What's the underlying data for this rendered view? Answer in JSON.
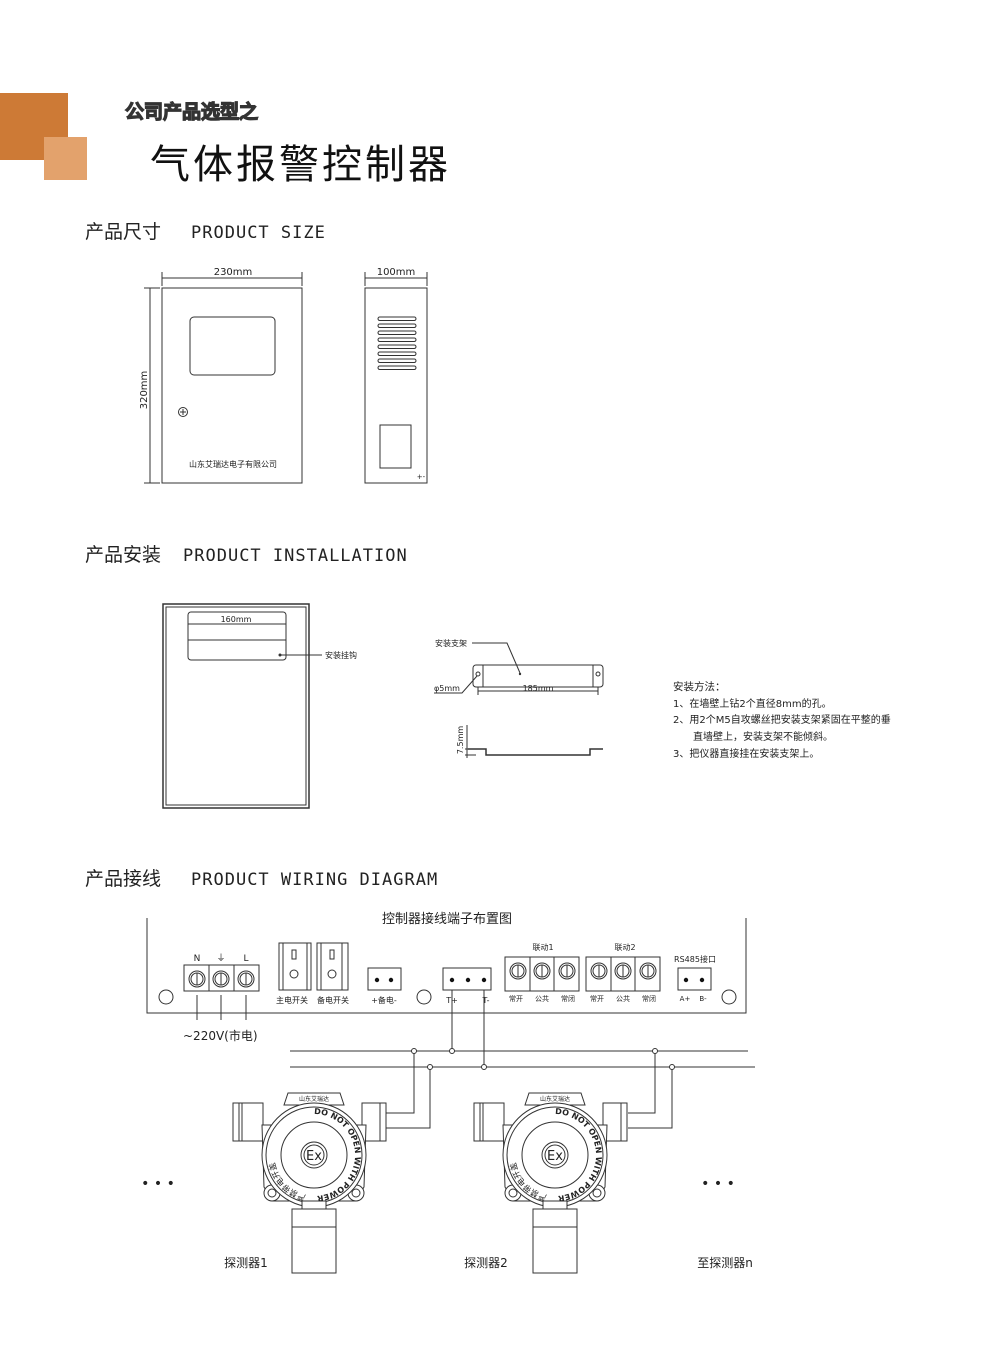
{
  "header": {
    "subtitle": "公司产品选型之",
    "title": "气体报警控制器",
    "accent_dark": "#cd7a36",
    "accent_light": "#e3a26c"
  },
  "sections": {
    "size": {
      "zh": "产品尺寸",
      "en": "PRODUCT SIZE"
    },
    "installation": {
      "zh": "产品安装",
      "en": "PRODUCT INSTALLATION"
    },
    "wiring": {
      "zh": "产品接线",
      "en": "PRODUCT WIRING DIAGRAM"
    }
  },
  "size_drawing": {
    "width_label": "230mm",
    "height_label": "320mm",
    "depth_label": "100mm",
    "company": "山东艾瑞达电子有限公司",
    "side_mark": "+-"
  },
  "install_drawing": {
    "hook_width": "160mm",
    "hook_label": "安装挂钩",
    "bracket_label": "安装支架",
    "hole_label": "φ5mm",
    "bracket_length": "185mm",
    "bracket_height": "7.5mm",
    "method_title": "安装方法：",
    "steps": [
      "1、在墙壁上钻2个直径8mm的孔。",
      "2、用2个M5自攻螺丝把安装支架紧固在平整的垂",
      "直墙壁上，安装支架不能倾斜。",
      "3、把仪器直接挂在安装支架上。"
    ]
  },
  "wiring_drawing": {
    "title": "控制器接线端子布置图",
    "power_terminals": [
      "N",
      "⏚",
      "L"
    ],
    "power_note": "~220V(市电)",
    "main_switch": "主电开关",
    "backup_switch": "备电开关",
    "backup_power": "+备电-",
    "t_plus": "T+",
    "t_minus": "T-",
    "relay1": "联动1",
    "relay2": "联动2",
    "relay_contacts": [
      "常开",
      "公共",
      "常闭"
    ],
    "rs485": "RS485接口",
    "a_plus": "A+",
    "b_minus": "B-",
    "detector_brand": "山东艾瑞达",
    "detector_warning_en": "DO NOT OPEN WITH POWER",
    "detector_warning_zh": "严禁带电开盖",
    "ex_mark": "Ex",
    "ellipsis": "• • •",
    "detectors": [
      "探测器1",
      "探测器2",
      "至探测器n"
    ]
  }
}
